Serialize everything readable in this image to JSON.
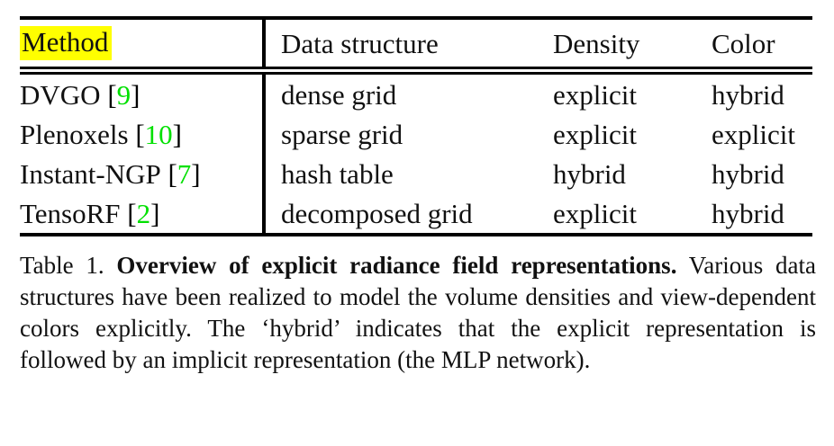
{
  "table": {
    "columns": [
      "Method",
      "Data structure",
      "Density",
      "Color"
    ],
    "header_highlight": {
      "text": "Method",
      "color": "#ffff00"
    },
    "citation_color": "#00e000",
    "rule_color": "#000000",
    "rows": [
      {
        "method": "DVGO",
        "citation_open": "[",
        "citation_num": "9",
        "citation_close": "]",
        "data_structure": "dense grid",
        "density": "explicit",
        "color": "hybrid"
      },
      {
        "method": "Plenoxels",
        "citation_open": "[",
        "citation_num": "10",
        "citation_close": "]",
        "data_structure": "sparse grid",
        "density": "explicit",
        "color": "explicit"
      },
      {
        "method": "Instant-NGP",
        "citation_open": "[",
        "citation_num": "7",
        "citation_close": "]",
        "data_structure": "hash table",
        "density": "hybrid",
        "color": "hybrid"
      },
      {
        "method": "TensoRF",
        "citation_open": "[",
        "citation_num": "2",
        "citation_close": "]",
        "data_structure": "decomposed grid",
        "density": "explicit",
        "color": "hybrid"
      }
    ]
  },
  "caption": {
    "label": "Table 1.",
    "bold_title": "Overview of explicit radiance field representations.",
    "body": "Various data structures have been realized to model the volume densities and view-dependent colors explicitly. The ‘hybrid’ indicates that the explicit representation is followed by an implicit representation (the MLP network)."
  }
}
